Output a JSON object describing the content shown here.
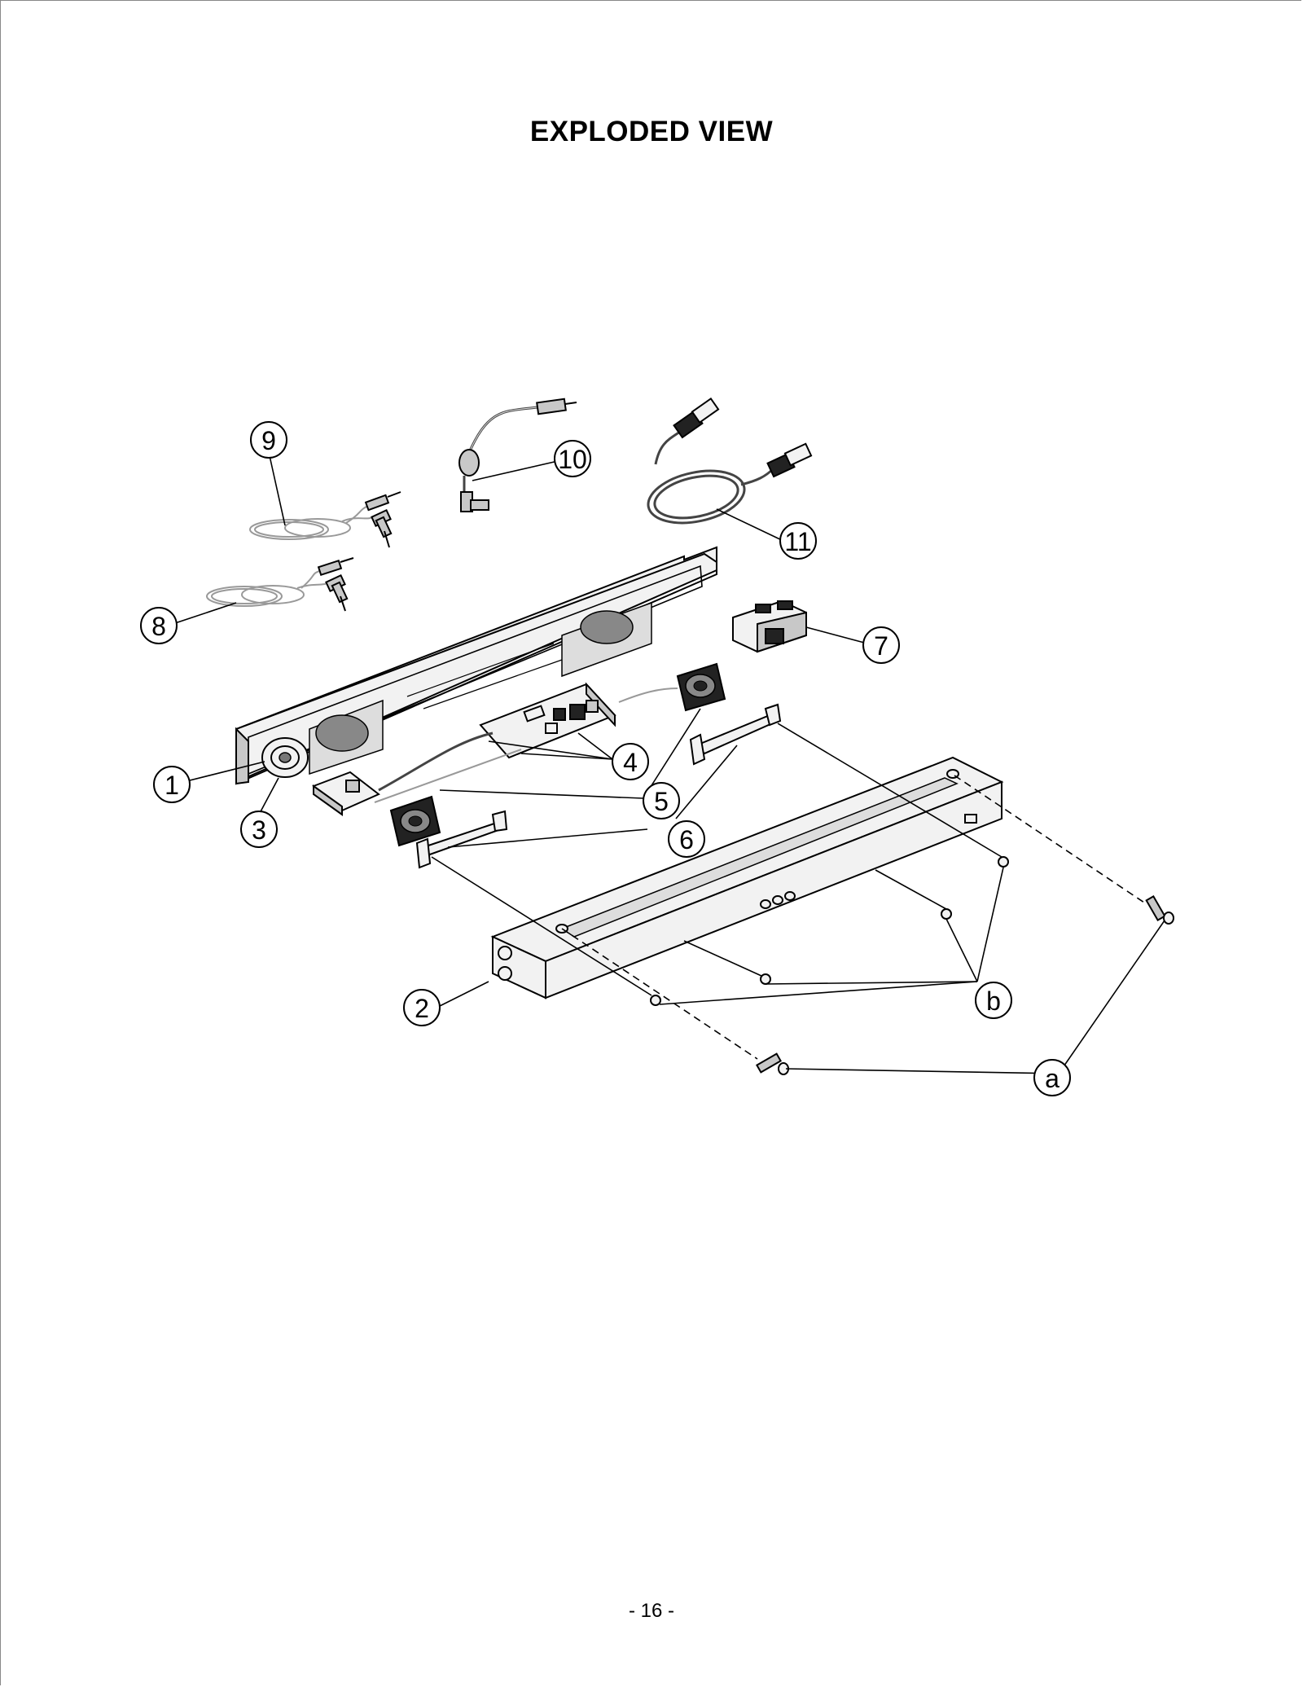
{
  "title": "EXPLODED VIEW",
  "page_number": "- 16 -",
  "callouts": [
    {
      "label": "1"
    },
    {
      "label": "2"
    },
    {
      "label": "3"
    },
    {
      "label": "4"
    },
    {
      "label": "5"
    },
    {
      "label": "6"
    },
    {
      "label": "7"
    },
    {
      "label": "8"
    },
    {
      "label": "9"
    },
    {
      "label": "10"
    },
    {
      "label": "11"
    },
    {
      "label": "a"
    },
    {
      "label": "b"
    }
  ]
}
